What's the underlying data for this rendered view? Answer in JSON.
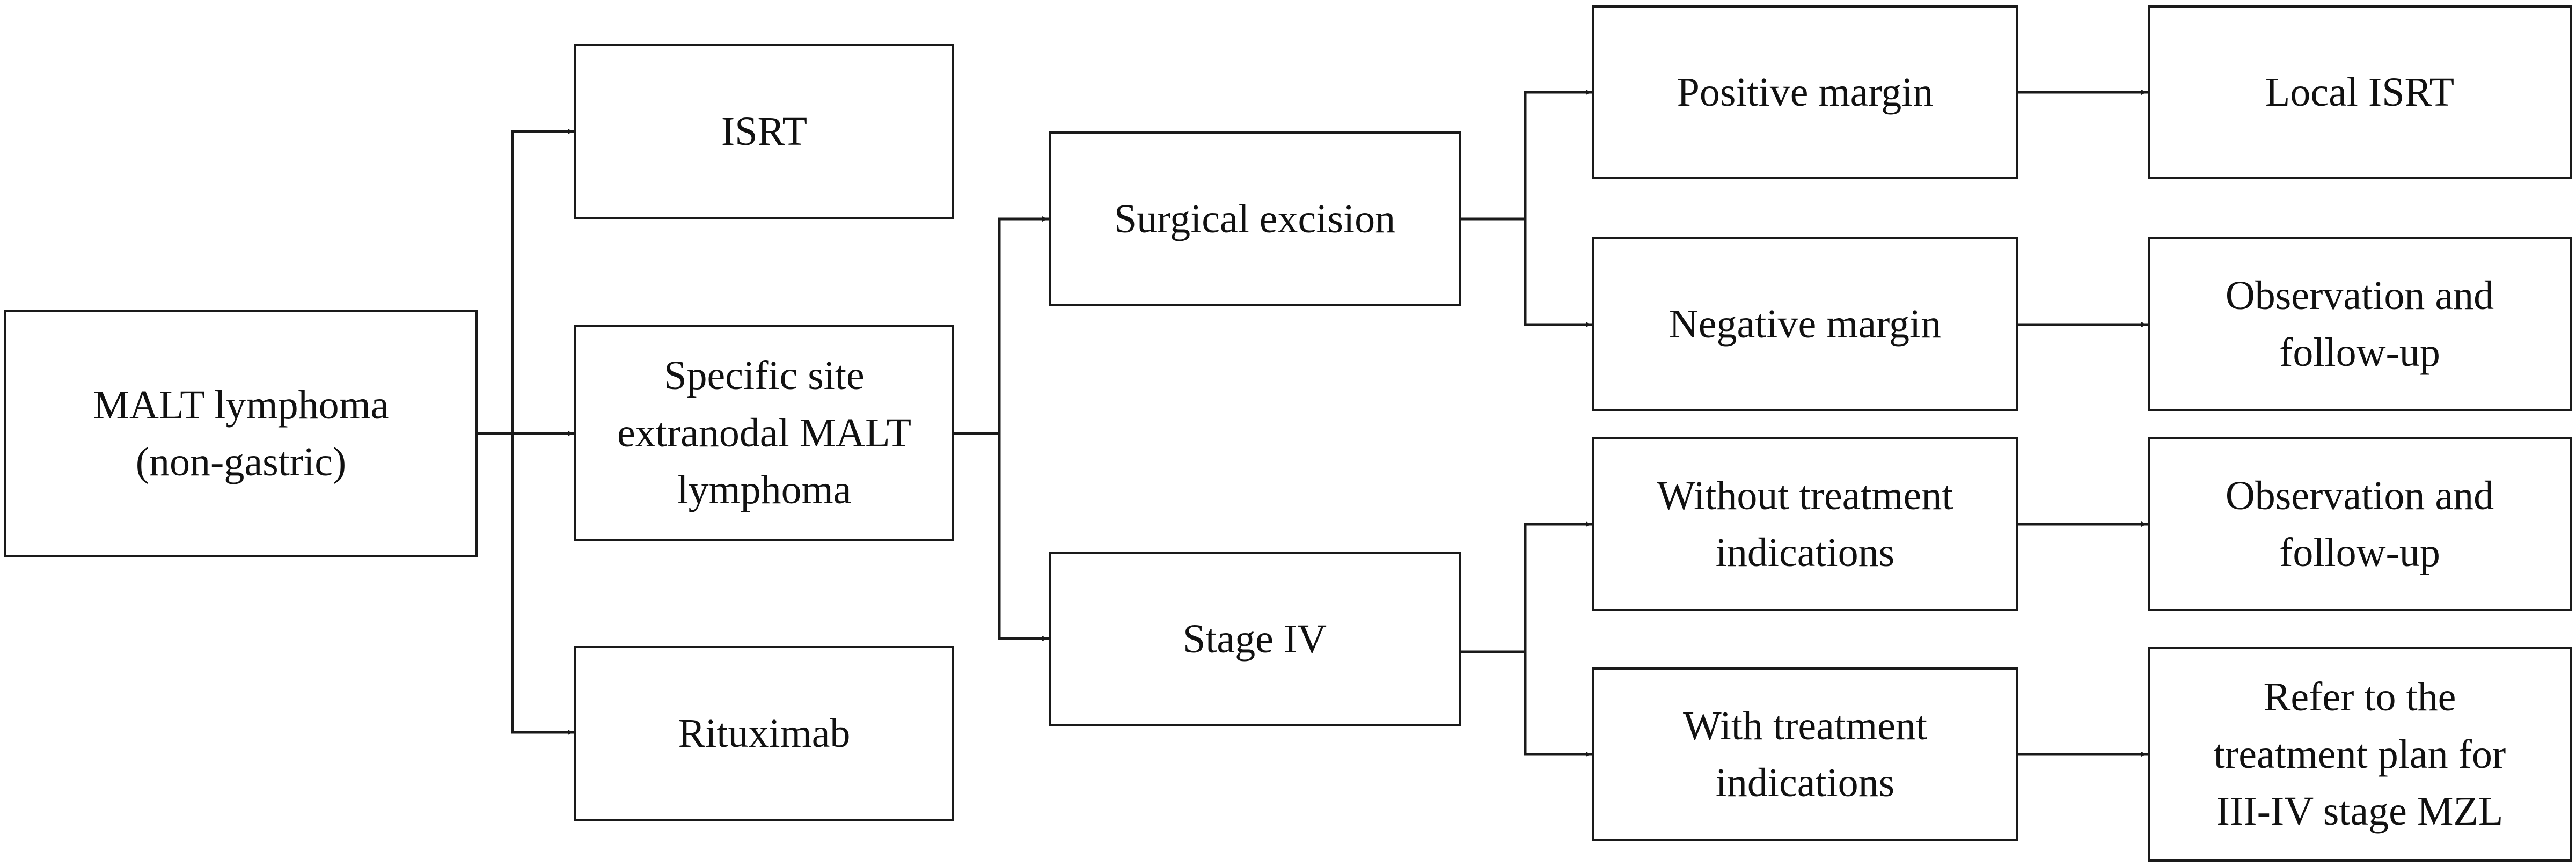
{
  "nodes": {
    "malt": "MALT lymphoma\n(non-gastric)",
    "isrt": "ISRT",
    "specific": "Specific site\nextranodal MALT\nlymphoma",
    "rituximab": "Rituximab",
    "surgical": "Surgical excision",
    "stage4": "Stage IV",
    "positive": "Positive margin",
    "negative": "Negative margin",
    "without": "Without treatment\nindications",
    "with": "With treatment\nindications",
    "local_isrt": "Local ISRT",
    "observe_1": "Observation and\nfollow-up",
    "observe_2": "Observation and\nfollow-up",
    "refer": "Refer to the\ntreatment plan for\nIII-IV stage MZL"
  },
  "colors": {
    "line": "#1a1a1a",
    "text": "#111111",
    "background": "#ffffff"
  }
}
